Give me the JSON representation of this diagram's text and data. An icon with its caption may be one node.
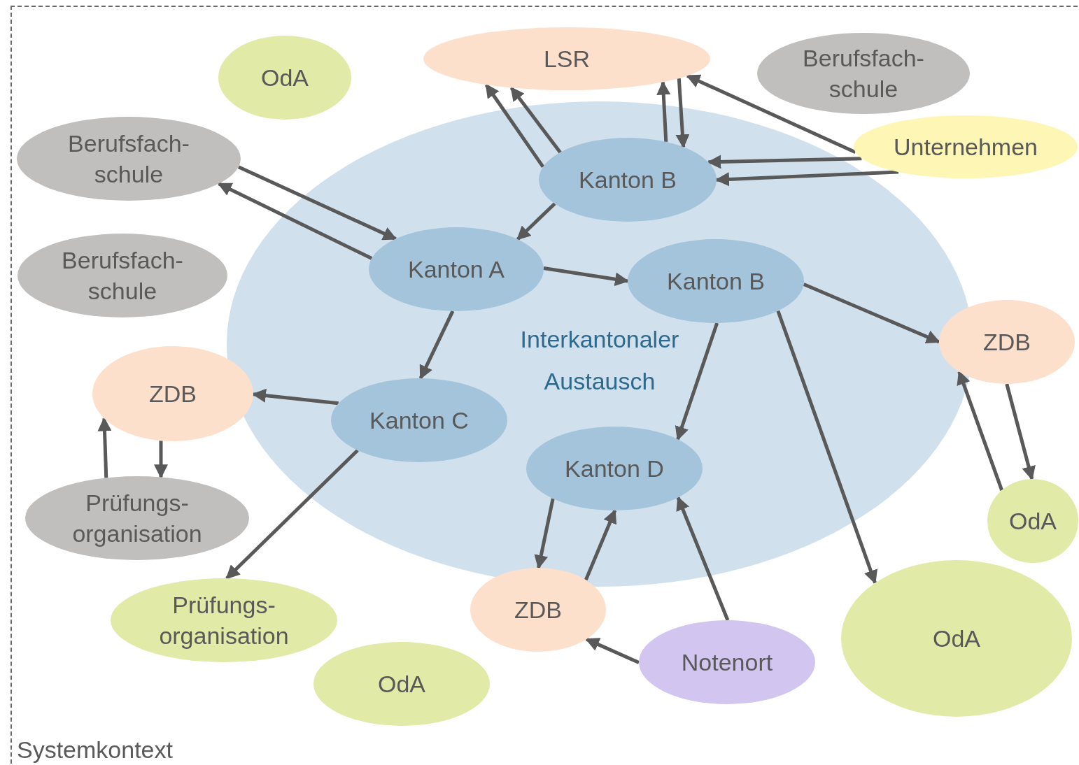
{
  "diagram": {
    "nodes": [
      {
        "text": [
          "Systemkontext"
        ]
      },
      {
        "text": [
          "Interkantonaler Austausch"
        ],
        "in": 0
      },
      {
        "text": [
          "LSR"
        ],
        "in": 0
      },
      {
        "text": [
          "OdA"
        ],
        "in": 0
      },
      {
        "text": [
          "Berufsfach- schule"
        ],
        "in": 0
      },
      {
        "text": [
          "Berufsfach- schule"
        ],
        "in": 0
      },
      {
        "text": [
          "Unternehmen"
        ],
        "in": 0
      },
      {
        "text": [
          "Kanton B"
        ],
        "in": 1
      },
      {
        "text": [
          "Kanton A"
        ],
        "in": 1
      },
      {
        "text": [
          "Berufsfach- schule"
        ],
        "in": 0
      },
      {
        "text": [
          "Kanton B"
        ],
        "in": 1
      },
      {
        "text": [
          "ZDB"
        ],
        "in": 0
      },
      {
        "text": [
          "ZDB"
        ],
        "in": 0
      },
      {
        "text": [
          "Kanton C"
        ],
        "in": 1
      },
      {
        "text": [
          "Kanton D"
        ],
        "in": 1
      },
      {
        "text": [
          "Prüfungs- organisation"
        ],
        "in": 0
      },
      {
        "text": [
          "OdA"
        ],
        "in": 0
      },
      {
        "text": [
          "Prüfungs- organisation"
        ],
        "in": 0
      },
      {
        "text": [
          "ZDB"
        ],
        "in": 0
      },
      {
        "text": [
          "OdA"
        ],
        "in": 0
      },
      {
        "text": [
          "Notenort"
        ],
        "in": 0
      },
      {
        "text": [
          "OdA"
        ],
        "in": 0
      }
    ],
    "edges": [
      {
        "from": 7,
        "to": 2,
        "arrow": "to"
      },
      {
        "from": 7,
        "to": 2,
        "arrow": "to"
      },
      {
        "from": 7,
        "to": 2,
        "arrow": "to"
      },
      {
        "from": 2,
        "to": 7,
        "arrow": "to"
      },
      {
        "from": 6,
        "to": 2,
        "arrow": "to"
      },
      {
        "from": 6,
        "to": 7,
        "arrow": "to"
      },
      {
        "from": 6,
        "to": 7,
        "arrow": "to"
      },
      {
        "from": 7,
        "to": 8,
        "arrow": "to"
      },
      {
        "from": 5,
        "to": 8,
        "arrow": "to"
      },
      {
        "from": 8,
        "to": 5,
        "arrow": "to"
      },
      {
        "from": 8,
        "to": 10,
        "arrow": "to"
      },
      {
        "from": 8,
        "to": 13,
        "arrow": "to"
      },
      {
        "from": 13,
        "to": 12,
        "arrow": "to"
      },
      {
        "from": 12,
        "to": 15,
        "arrow": "to"
      },
      {
        "from": 15,
        "to": 12,
        "arrow": "to"
      },
      {
        "from": 13,
        "to": 17,
        "arrow": "to"
      },
      {
        "from": 10,
        "to": 11,
        "arrow": "to"
      },
      {
        "from": 10,
        "to": 14,
        "arrow": "to"
      },
      {
        "from": 10,
        "to": 19,
        "arrow": "to"
      },
      {
        "from": 11,
        "to": 16,
        "arrow": "to"
      },
      {
        "from": 16,
        "to": 11,
        "arrow": "to"
      },
      {
        "from": 14,
        "to": 18,
        "arrow": "to"
      },
      {
        "from": 18,
        "to": 14,
        "arrow": "to"
      },
      {
        "from": 20,
        "to": 14,
        "arrow": "to"
      },
      {
        "from": 20,
        "to": 18,
        "arrow": "to"
      }
    ]
  }
}
